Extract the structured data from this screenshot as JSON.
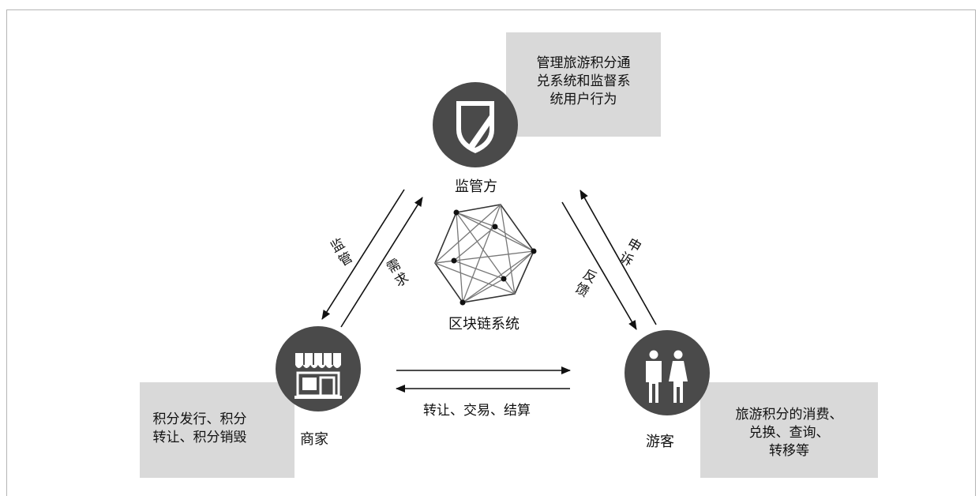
{
  "nodes": {
    "regulator": {
      "label": "监管方",
      "note": [
        "管理旅游积分通",
        "兑系统和监督系",
        "统用户行为"
      ]
    },
    "merchant": {
      "label": "商家",
      "note": [
        "积分发行、积分",
        "转让、积分销毁"
      ]
    },
    "tourist": {
      "label": "游客",
      "note": [
        "旅游积分的消费、",
        "兑换、查询、",
        "转移等"
      ]
    },
    "blockchain": {
      "label": "区块链系统"
    }
  },
  "edges": {
    "supervise": "监管",
    "demand": "需求",
    "feedback": "反馈",
    "appeal": "申诉",
    "transfer": "转让、交易、结算"
  },
  "colors": {
    "circle": "#4a4a4a",
    "note_bg": "#d9d9d9",
    "line": "#111111"
  }
}
